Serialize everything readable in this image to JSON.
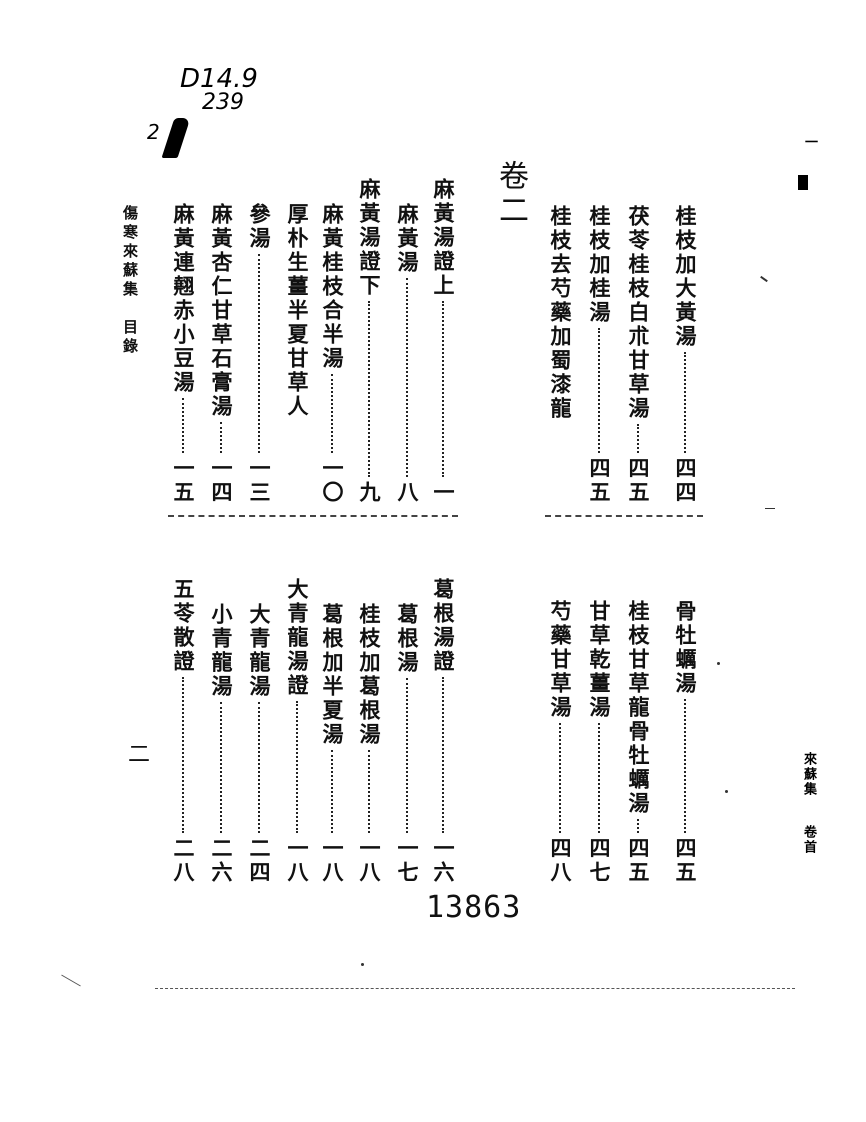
{
  "handwritten_notes": {
    "line1": "D14.9",
    "line2": "239",
    "line3": "2"
  },
  "volume_heading": "卷二",
  "book_title": "傷寒來蘇集　目錄",
  "folio": "二",
  "stamp_number": "13863",
  "right_margin": {
    "top_mark": "一",
    "side_label_1": "來蘇集",
    "side_label_2": "卷首"
  },
  "top_section": {
    "entries": [
      {
        "title": "桂枝加大黃湯",
        "page": "四四"
      },
      {
        "title": "茯苓桂枝白朮甘草湯",
        "page": "四五"
      },
      {
        "title": "桂枝加桂湯",
        "page": "四五"
      },
      {
        "title": "桂枝去芍藥加蜀漆龍",
        "page": ""
      },
      {
        "title": "麻黃湯證上",
        "page": "一"
      },
      {
        "title": "麻黃湯",
        "page": "八"
      },
      {
        "title": "麻黃湯證下",
        "page": "九"
      },
      {
        "title": "麻黃桂枝合半湯",
        "page": "一〇"
      },
      {
        "title": "厚朴生薑半夏甘草人",
        "page": ""
      },
      {
        "title": "參湯",
        "page": "一三"
      },
      {
        "title": "麻黃杏仁甘草石膏湯",
        "page": "一四"
      },
      {
        "title": "麻黃連翹赤小豆湯",
        "page": "一五"
      }
    ]
  },
  "bottom_section": {
    "entries": [
      {
        "title": "骨牡蠣湯",
        "page": "四五"
      },
      {
        "title": "桂枝甘草龍骨牡蠣湯",
        "page": "四五"
      },
      {
        "title": "甘草乾薑湯",
        "page": "四七"
      },
      {
        "title": "芍藥甘草湯",
        "page": "四八"
      },
      {
        "title": "葛根湯證",
        "page": "一六"
      },
      {
        "title": "葛根湯",
        "page": "一七"
      },
      {
        "title": "桂枝加葛根湯",
        "page": "一八"
      },
      {
        "title": "葛根加半夏湯",
        "page": "一八"
      },
      {
        "title": "大青龍湯證",
        "page": "一八"
      },
      {
        "title": "大青龍湯",
        "page": "二四"
      },
      {
        "title": "小青龍湯",
        "page": "二六"
      },
      {
        "title": "五苓散證",
        "page": "二八"
      }
    ]
  }
}
